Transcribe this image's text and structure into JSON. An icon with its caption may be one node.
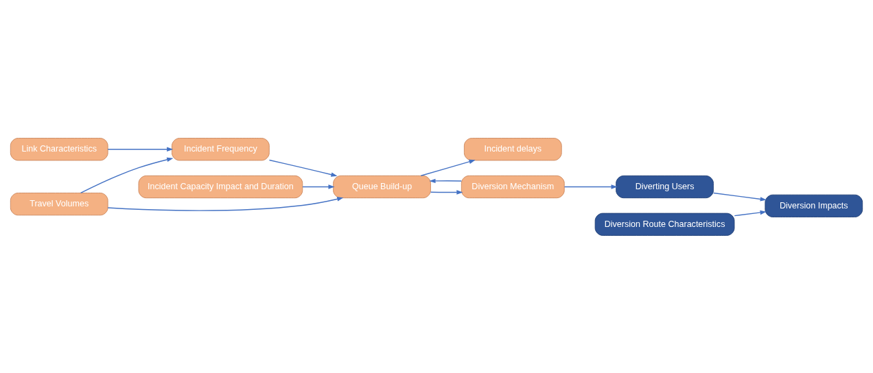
{
  "diagram": {
    "nodes": [
      {
        "text": [
          "Link Characteristics"
        ]
      },
      {
        "text": [
          "Incident Frequency"
        ]
      },
      {
        "text": [
          "Incident Capacity Impact and Duration"
        ]
      },
      {
        "text": [
          "Travel Volumes"
        ]
      },
      {
        "text": [
          "Queue Build-up"
        ]
      },
      {
        "text": [
          "Incident delays"
        ]
      },
      {
        "text": [
          "Diversion Mechanism"
        ]
      },
      {
        "text": [
          "Diverting Users"
        ]
      },
      {
        "text": [
          "Diversion Route Characteristics"
        ]
      },
      {
        "text": [
          "Diversion Impacts"
        ]
      }
    ],
    "edges": [
      {
        "from": 0,
        "to": 1,
        "arrow": "to"
      },
      {
        "from": 3,
        "to": 1,
        "arrow": "to"
      },
      {
        "from": 1,
        "to": 4,
        "arrow": "to"
      },
      {
        "from": 2,
        "to": 4,
        "arrow": "to"
      },
      {
        "from": 3,
        "to": 4,
        "arrow": "to"
      },
      {
        "from": 4,
        "to": 5,
        "arrow": "to"
      },
      {
        "from": 6,
        "to": 4,
        "arrow": "to"
      },
      {
        "from": 4,
        "to": 6,
        "arrow": "to"
      },
      {
        "from": 6,
        "to": 7,
        "arrow": "to"
      },
      {
        "from": 7,
        "to": 9,
        "arrow": "to"
      },
      {
        "from": 8,
        "to": 9,
        "arrow": "to"
      }
    ]
  }
}
